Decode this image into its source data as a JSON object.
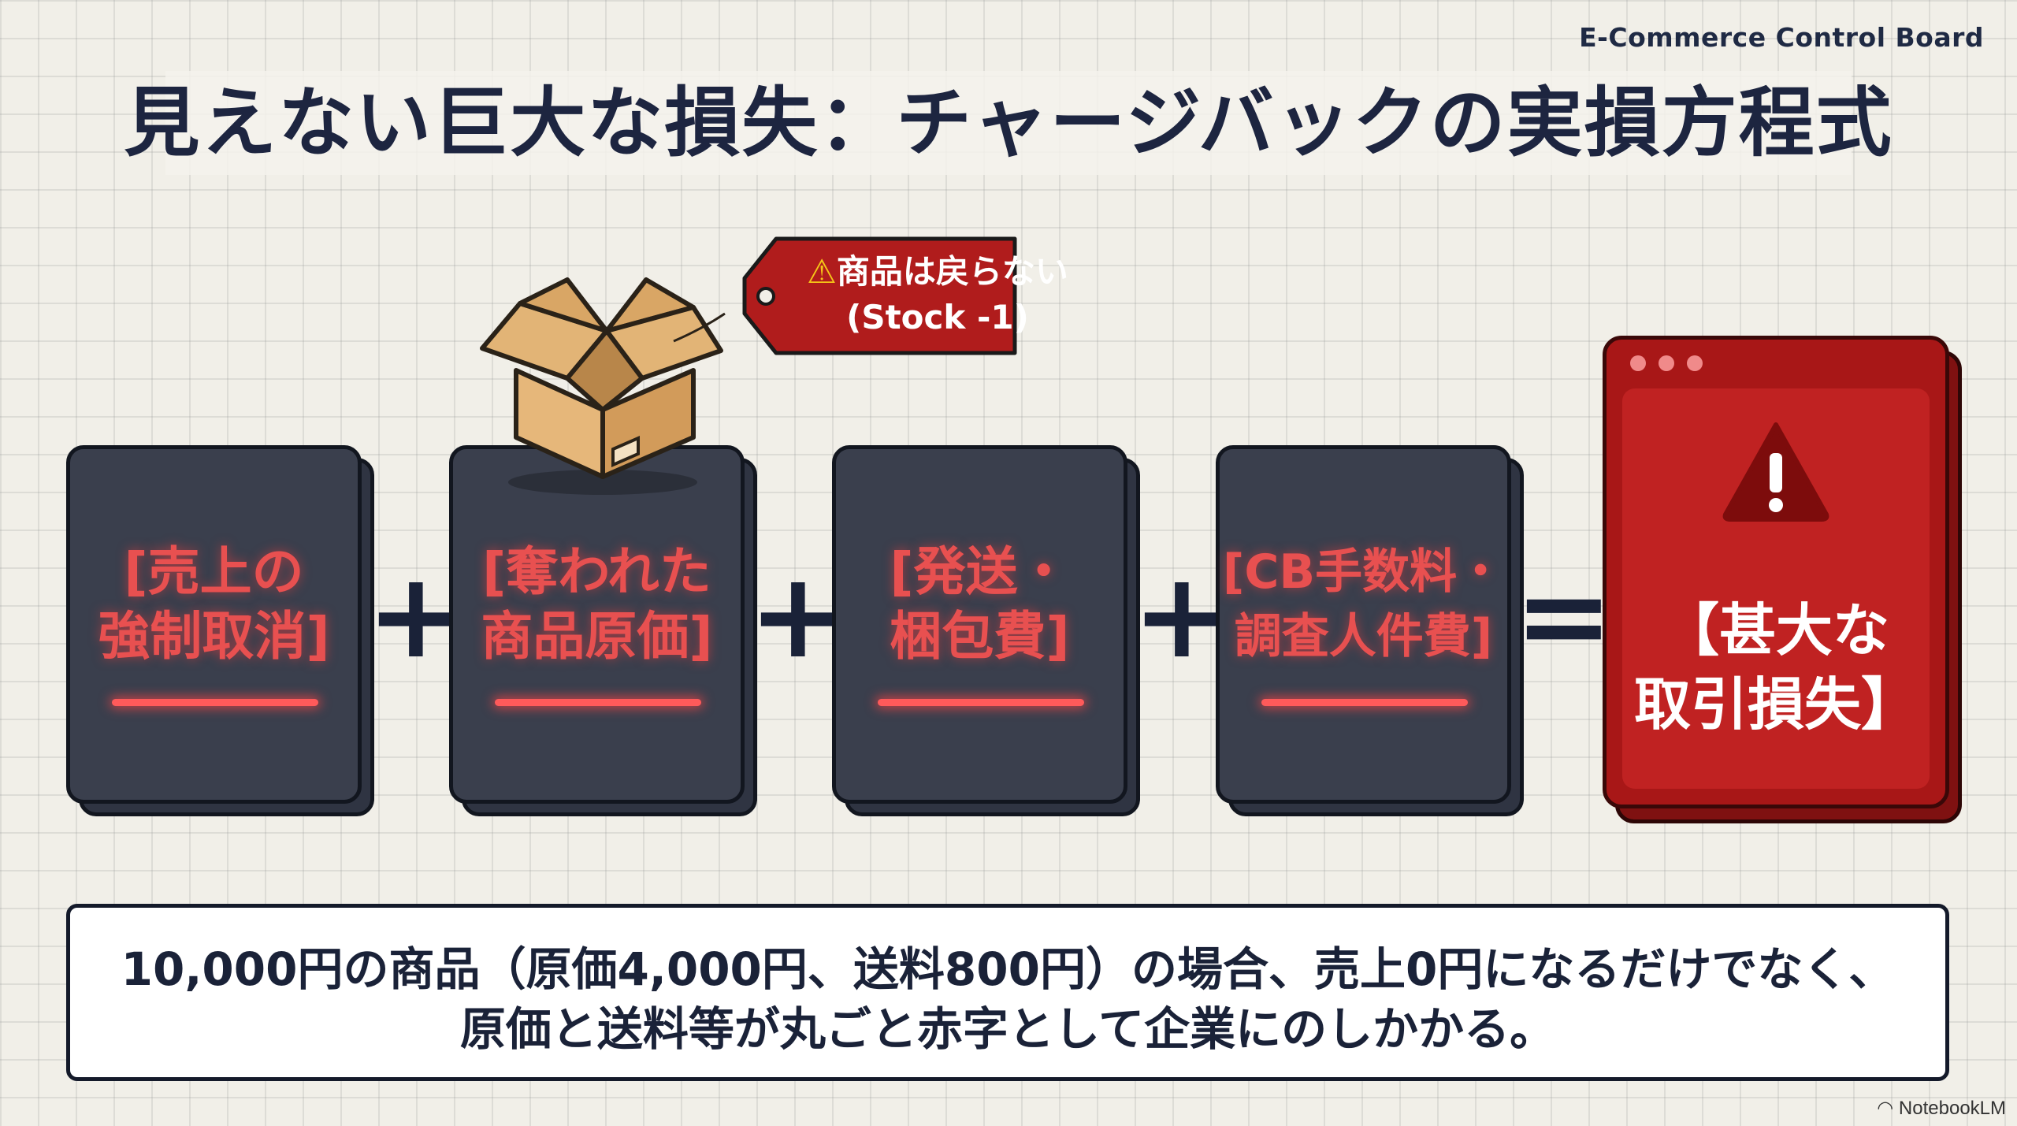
{
  "header": {
    "brand": "E-Commerce Control Board",
    "title": "見えない巨大な損失：チャージバックの実損方程式"
  },
  "equation": {
    "terms": [
      {
        "line1": "[売上の",
        "line2": "強制取消]"
      },
      {
        "line1": "[奪われた",
        "line2": "商品原価]"
      },
      {
        "line1": "[発送・",
        "line2": "梱包費]"
      },
      {
        "line1": "[CB手数料・",
        "line2": "調査人件費]"
      }
    ],
    "plus": "+",
    "equals": "=",
    "result": {
      "line1": "【甚大な",
      "line2": "取引損失】"
    }
  },
  "tag": {
    "line1": "商品は戻らない",
    "line2": "(Stock -1)"
  },
  "summary": {
    "line1": "10,000円の商品（原価4,000円、送料800円）の場合、売上0円になるだけでなく、",
    "line2": "原価と送料等が丸ごと赤字として企業にのしかかる。"
  },
  "footer": {
    "watermark": "NotebookLM"
  },
  "colors": {
    "card": "#3a3f4d",
    "accent_red": "#e85050",
    "result_red": "#a81717",
    "navy": "#1d2540"
  },
  "icons": [
    "box-icon",
    "warning-icon",
    "alert-triangle-icon"
  ]
}
